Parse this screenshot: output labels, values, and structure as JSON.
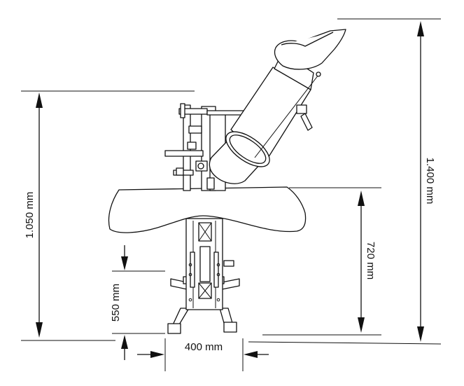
{
  "dimensions": {
    "total_height": "1.400 mm",
    "arm_height": "1.050 mm",
    "table_height": "720 mm",
    "base_height": "550 mm",
    "base_width": "400 mm"
  },
  "colors": {
    "line": "#111111",
    "background": "#ffffff"
  }
}
